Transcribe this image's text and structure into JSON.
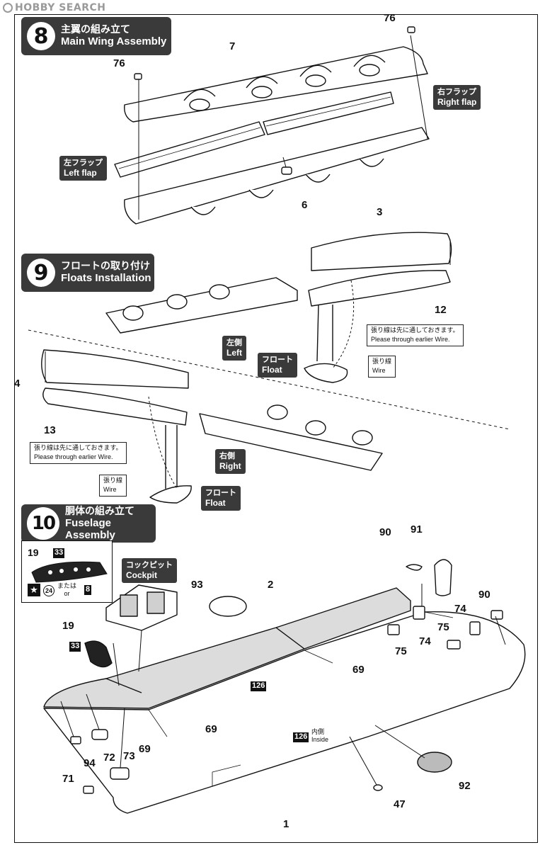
{
  "watermark": {
    "text": "HOBBY SEARCH"
  },
  "step8": {
    "number": "8",
    "title_jp": "主翼の組み立て",
    "title_en": "Main Wing Assembly",
    "left_flap_jp": "左フラップ",
    "left_flap_en": "Left flap",
    "right_flap_jp": "右フラップ",
    "right_flap_en": "Right flap",
    "parts": {
      "p76a": "76",
      "p76b": "76",
      "p7": "7",
      "p6": "6"
    }
  },
  "step9": {
    "number": "9",
    "title_jp": "フロートの取り付け",
    "title_en": "Floats Installation",
    "left_jp": "左側",
    "left_en": "Left",
    "right_jp": "右側",
    "right_en": "Right",
    "float_jp": "フロート",
    "float_en": "Float",
    "wire_jp": "張り線",
    "wire_en": "Wire",
    "note_jp": "張り線は先に通しておきます。",
    "note_en": "Please through earlier Wire.",
    "parts": {
      "p3": "3",
      "p12": "12",
      "p4": "4",
      "p13": "13"
    }
  },
  "step10": {
    "number": "10",
    "title_jp": "胴体の組み立て",
    "title_en": "Fuselage Assembly",
    "cockpit_jp": "コックピット",
    "cockpit_en": "Cockpit",
    "inset": {
      "part": "19",
      "color": "33",
      "decal": "24",
      "or_jp": "または",
      "or_en": "or",
      "alt_color": "8"
    },
    "color_126": "126",
    "inside_jp": "内側",
    "inside_en": "Inside",
    "color_33": "33",
    "parts": {
      "p90a": "90",
      "p91": "91",
      "p93": "93",
      "p2": "2",
      "p90b": "90",
      "p74a": "74",
      "p75a": "75",
      "p74b": "74",
      "p75b": "75",
      "p19": "19",
      "p69a": "69",
      "p69b": "69",
      "p69c": "69",
      "p94": "94",
      "p73": "73",
      "p72": "72",
      "p71": "71",
      "p92": "92",
      "p47": "47",
      "p1": "1"
    }
  }
}
